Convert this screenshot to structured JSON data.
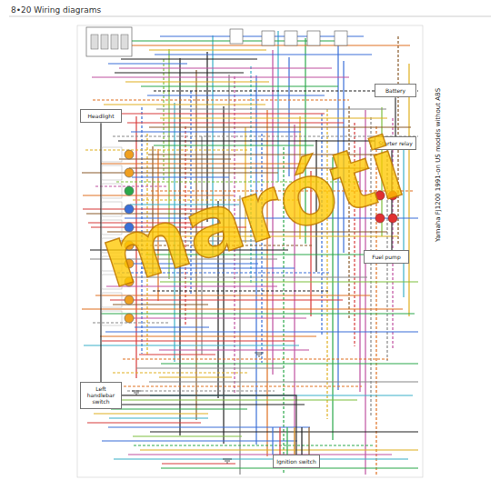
{
  "diagram": {
    "title": "8•20 Wiring diagrams",
    "caption": "Yamaha FJ1200 1991-on US models without ABS",
    "nodes": [
      {
        "text": [
          "Left handlebar switch"
        ]
      },
      {
        "text": [
          "Headlight"
        ]
      },
      {
        "text": [
          "Battery"
        ]
      },
      {
        "text": [
          "Starter relay"
        ]
      },
      {
        "text": [
          "Fuel pump"
        ]
      },
      {
        "text": [
          "Ignition switch"
        ]
      }
    ],
    "edges": [
      {
        "from": 0,
        "to": 5,
        "arrow": "none"
      },
      {
        "from": 2,
        "to": 3,
        "arrow": "none"
      },
      {
        "from": 3,
        "to": 4,
        "arrow": "none"
      },
      {
        "from": 1,
        "to": 0,
        "arrow": "none"
      }
    ],
    "labels": [
      "maróti"
    ]
  }
}
